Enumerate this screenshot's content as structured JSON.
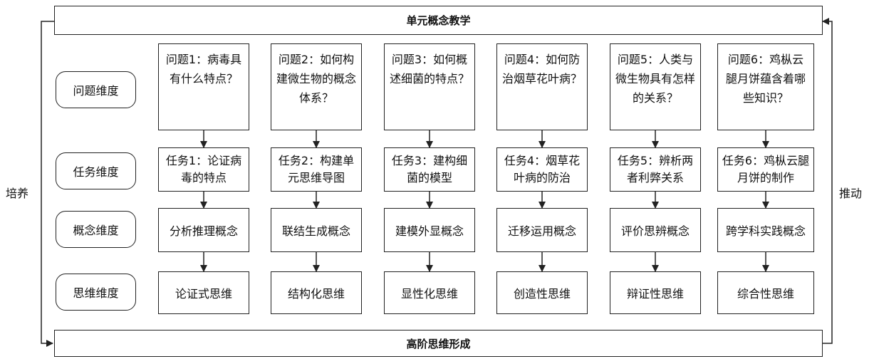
{
  "top_bar": "单元概念教学",
  "bottom_bar": "高阶思维形成",
  "left_label": "培养",
  "right_label": "推动",
  "dimensions": [
    "问题维度",
    "任务维度",
    "概念维度",
    "思维维度"
  ],
  "columns": [
    {
      "question": "问题1：病毒具有什么特点？",
      "task": "任务1：论证病毒的特点",
      "concept": "分析推理概念",
      "thinking": "论证式思维"
    },
    {
      "question": "问题2：如何构建微生物的概念体系？",
      "task": "任务2：构建单元思维导图",
      "concept": "联结生成概念",
      "thinking": "结构化思维"
    },
    {
      "question": "问题3：如何概述细菌的特点？",
      "task": "任务3：建构细菌的模型",
      "concept": "建模外显概念",
      "thinking": "显性化思维"
    },
    {
      "question": "问题4：如何防治烟草花叶病？",
      "task": "任务4：烟草花叶病的防治",
      "concept": "迁移运用概念",
      "thinking": "创造性思维"
    },
    {
      "question": "问题5：人类与微生物具有怎样的关系？",
      "task": "任务5：辨析两者利弊关系",
      "concept": "评价思辨概念",
      "thinking": "辩证性思维"
    },
    {
      "question": "问题6：鸡枞云腿月饼蕴含着哪些知识？",
      "task": "任务6：鸡枞云腿月饼的制作",
      "concept": "跨学科实践概念",
      "thinking": "综合性思维"
    }
  ]
}
